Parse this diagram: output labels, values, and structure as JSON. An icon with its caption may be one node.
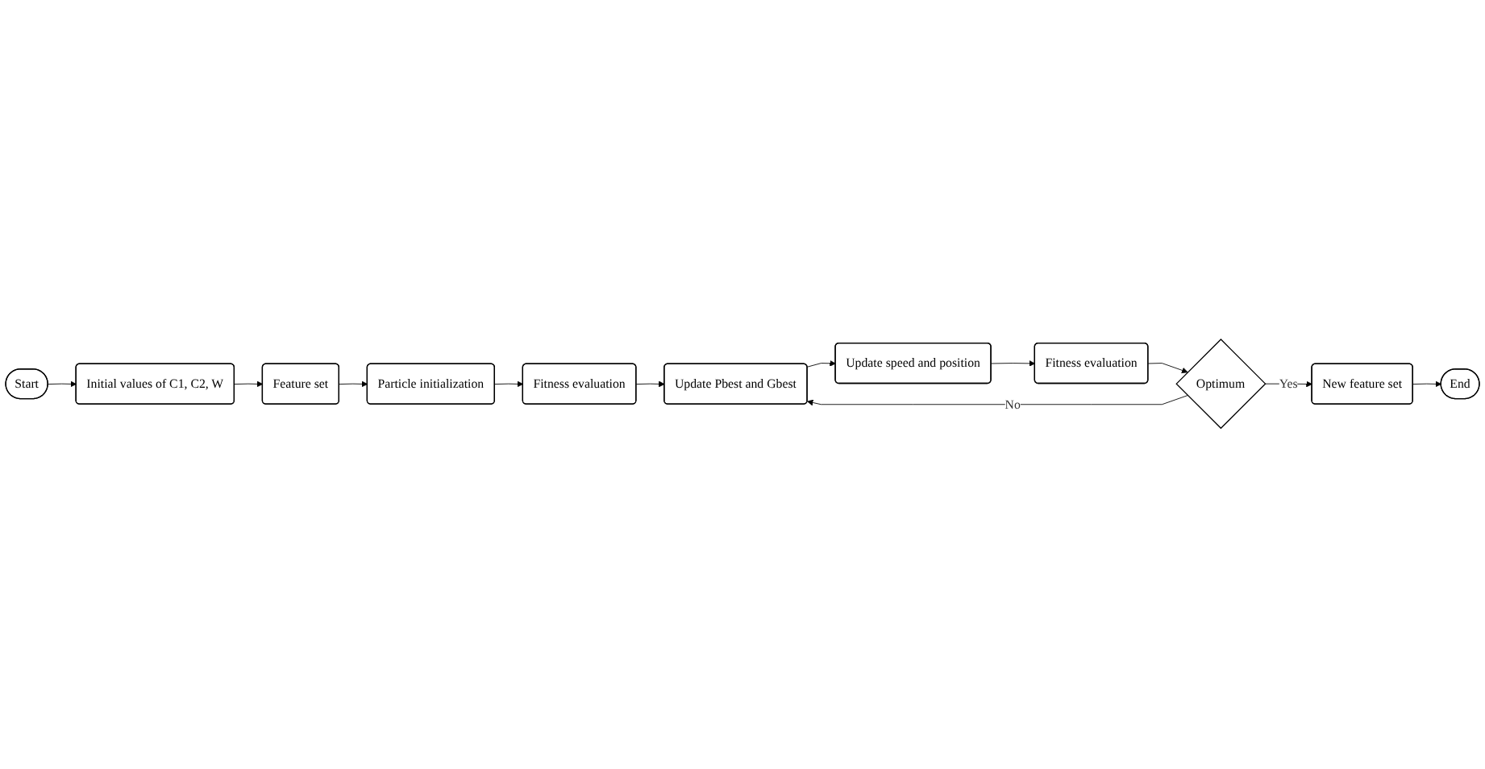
{
  "diagram": {
    "nodes": [
      {
        "text": [
          "Start"
        ]
      },
      {
        "text": [
          "Initial values of C1, C2, W"
        ]
      },
      {
        "text": [
          "Feature set"
        ]
      },
      {
        "text": [
          "Particle initialization"
        ]
      },
      {
        "text": [
          "Fitness evaluation"
        ]
      },
      {
        "text": [
          "Update Pbest and Gbest"
        ]
      },
      {
        "text": [
          "Update speed and position"
        ]
      },
      {
        "text": [
          "Fitness evaluation"
        ]
      },
      {
        "text": [
          "Optimum"
        ]
      },
      {
        "text": [
          "New feature set"
        ]
      },
      {
        "text": [
          "End"
        ]
      }
    ],
    "edges": [
      {
        "from": 0,
        "to": 1,
        "arrow": "to"
      },
      {
        "from": 1,
        "to": 2,
        "arrow": "to"
      },
      {
        "from": 2,
        "to": 3,
        "arrow": "to"
      },
      {
        "from": 3,
        "to": 4,
        "arrow": "to"
      },
      {
        "from": 4,
        "to": 5,
        "arrow": "to"
      },
      {
        "from": 5,
        "to": 6,
        "arrow": "to"
      },
      {
        "from": 6,
        "to": 7,
        "arrow": "to"
      },
      {
        "from": 7,
        "to": 8,
        "arrow": "to"
      },
      {
        "from": 8,
        "to": 9,
        "label": "Yes",
        "arrow": "to"
      },
      {
        "from": 8,
        "to": 5,
        "label": "No",
        "arrow": "to"
      },
      {
        "from": 9,
        "to": 10,
        "arrow": "to"
      }
    ]
  }
}
